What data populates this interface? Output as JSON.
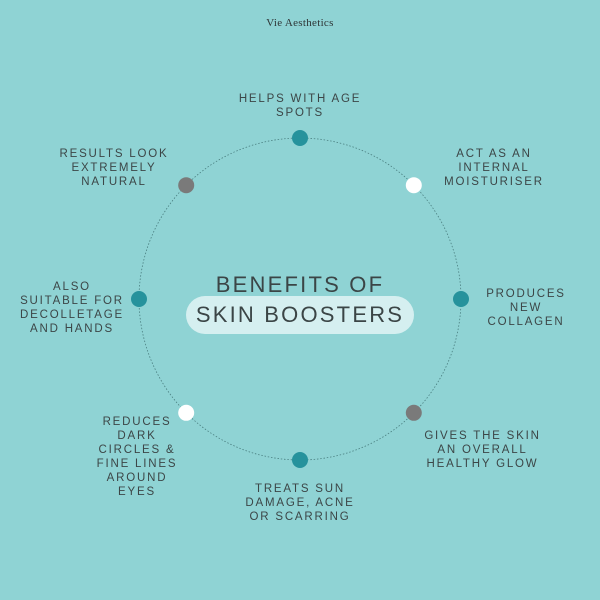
{
  "brand": "Vie Aesthetics",
  "title": {
    "line1": "BENEFITS OF",
    "line2": "SKIN BOOSTERS"
  },
  "colors": {
    "background": "#8fd3d4",
    "teal_dot": "#26929c",
    "gray_dot": "#7a7a7a",
    "white_dot": "#ffffff",
    "pill": "#d5eff0"
  },
  "benefits": [
    {
      "text": "HELPS WITH AGE\nSPOTS",
      "dot": "teal"
    },
    {
      "text": "ACT AS AN\nINTERNAL\nMOISTURISER",
      "dot": "white"
    },
    {
      "text": "PRODUCES\nNEW\nCOLLAGEN",
      "dot": "teal"
    },
    {
      "text": "GIVES THE SKIN\nAN OVERALL\nHEALTHY GLOW",
      "dot": "gray"
    },
    {
      "text": "TREATS SUN\nDAMAGE, ACNE\nOR SCARRING",
      "dot": "teal"
    },
    {
      "text": "REDUCES\nDARK\nCIRCLES &\nFINE LINES\nAROUND\nEYES",
      "dot": "white"
    },
    {
      "text": "ALSO\nSUITABLE FOR\nDECOLLETAGE\nAND HANDS",
      "dot": "teal"
    },
    {
      "text": "RESULTS LOOK\nEXTREMELY\nNATURAL",
      "dot": "gray"
    }
  ]
}
